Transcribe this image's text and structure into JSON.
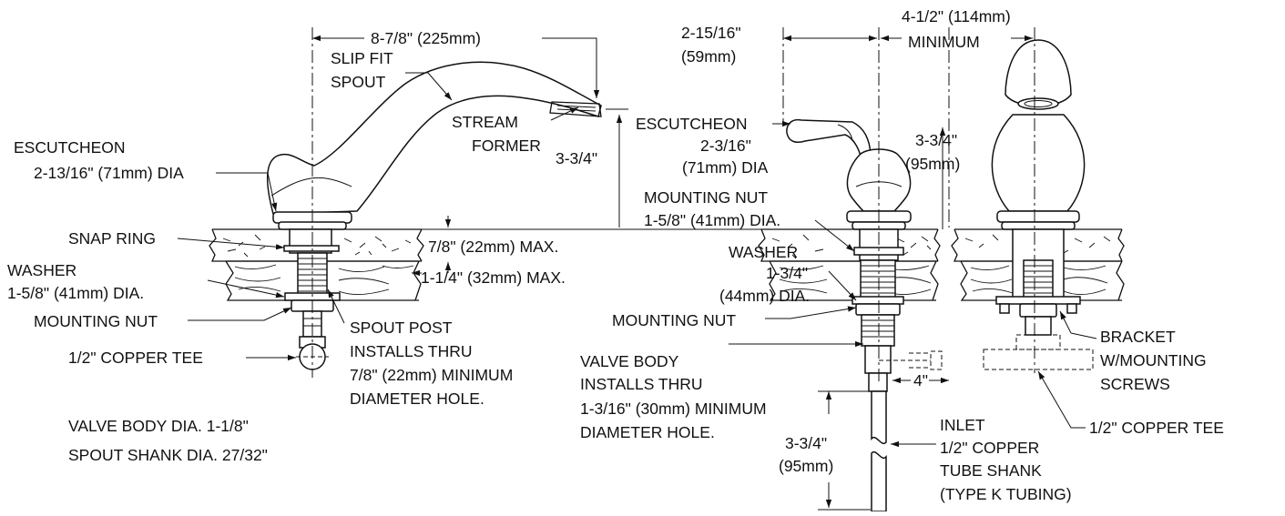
{
  "labels": {
    "spout_reach": "8-7/8\" (225mm)",
    "slip_fit_1": "SLIP FIT",
    "slip_fit_2": "SPOUT",
    "stream_1": "STREAM",
    "stream_2": "FORMER",
    "spout_height": "3-3/4\"",
    "escutcheon_left_1": "ESCUTCHEON",
    "escutcheon_left_2": "2-13/16\" (71mm) DIA",
    "snap_ring": "SNAP RING",
    "washer_left_1": "WASHER",
    "washer_left_2": "1-5/8\" (41mm) DIA.",
    "mounting_nut_left": "MOUNTING NUT",
    "copper_tee_left": "1/2\" COPPER TEE",
    "deck_max": "7/8\" (22mm) MAX.",
    "wood_max": "1-1/4\" (32mm) MAX.",
    "spout_post_1": "SPOUT POST",
    "spout_post_2": "INSTALLS THRU",
    "spout_post_3": "7/8\" (22mm) MINIMUM",
    "spout_post_4": "DIAMETER HOLE.",
    "valve_dia": "VALVE BODY DIA. 1-1/8\"",
    "shank_dia": "SPOUT SHANK DIA. 27/32\"",
    "offset_1": "2-15/16\"",
    "offset_2": "(59mm)",
    "min_1": "4-1/2\" (114mm)",
    "min_2": "MINIMUM",
    "escutcheon_right_1": "ESCUTCHEON",
    "escutcheon_right_2": "2-3/16\"",
    "escutcheon_right_3": "(71mm) DIA",
    "handle_height_1": "3-3/4\"",
    "handle_height_2": "(95mm)",
    "mounting_nut_right_1": "MOUNTING NUT",
    "mounting_nut_right_2": "1-5/8\" (41mm) DIA.",
    "washer_right_1": "WASHER",
    "washer_right_2": "1-3/4\"",
    "washer_right_3": "(44mm) DIA.",
    "mounting_nut_right_3": "MOUNTING NUT",
    "valve_body_1": "VALVE BODY",
    "valve_body_2": "INSTALLS THRU",
    "valve_body_3": "1-3/16\" (30mm) MINIMUM",
    "valve_body_4": "DIAMETER HOLE.",
    "four_in": "4\"",
    "inlet_1": "INLET",
    "inlet_2": "1/2\" COPPER",
    "inlet_3": "TUBE SHANK",
    "inlet_4": "(TYPE K TUBING)",
    "shank_len_1": "3-3/4\"",
    "shank_len_2": "(95mm)",
    "bracket_1": "BRACKET",
    "bracket_2": "W/MOUNTING",
    "bracket_3": "SCREWS",
    "copper_tee_right": "1/2\" COPPER TEE"
  }
}
